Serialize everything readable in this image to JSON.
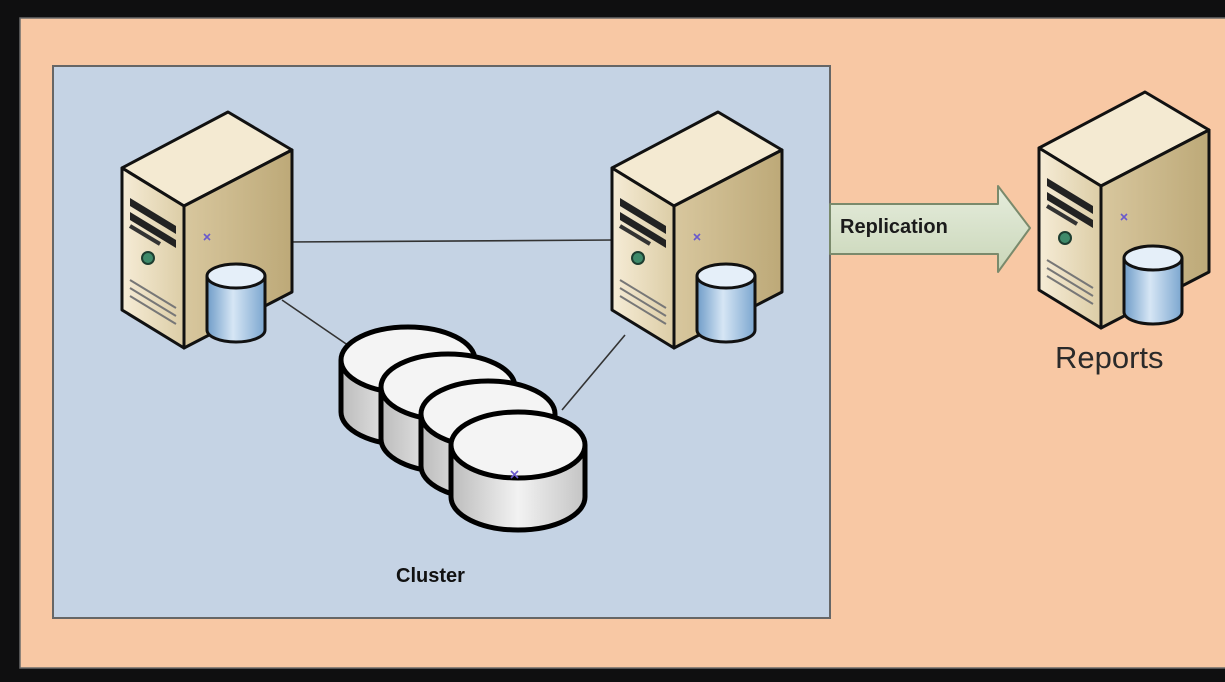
{
  "labels": {
    "cluster": "Cluster",
    "replication": "Replication",
    "reports": "Reports"
  },
  "colors": {
    "outer_background": "#f8c8a4",
    "cluster_background": "#c5d3e4",
    "server_body": "#efe3c5",
    "database_blue": "#8fb5d9",
    "disk_gray": "#e6e6e6",
    "arrow_fill": "#d9e3cc"
  },
  "icons": [
    "server-icon",
    "database-icon",
    "disk-array-icon",
    "arrow-right-icon"
  ]
}
